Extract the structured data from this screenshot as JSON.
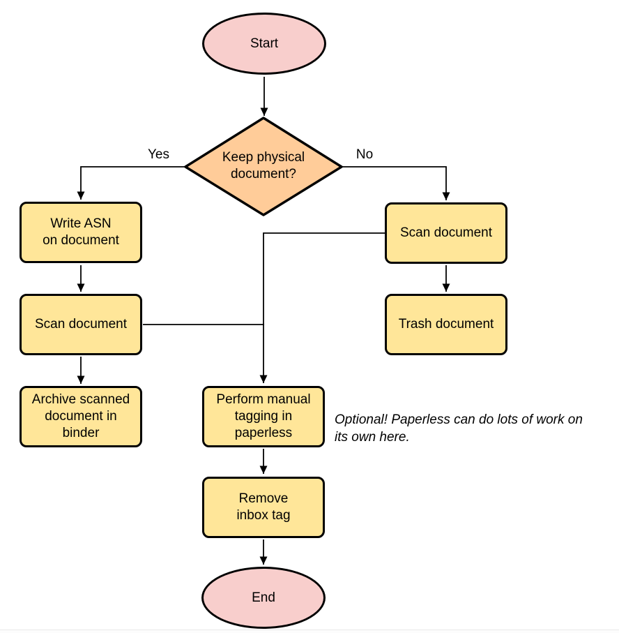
{
  "diagram": {
    "background": "#ffffff",
    "stroke_color": "#000000",
    "colors": {
      "terminator_fill": "#F8CECC",
      "decision_fill": "#FFCC99",
      "process_fill": "#FFE699",
      "border": "#000000"
    },
    "nodes": {
      "start": {
        "label": "Start",
        "shape": "ellipse",
        "fill": "#F8CECC"
      },
      "decision": {
        "label": "Keep physical\ndocument?",
        "shape": "diamond",
        "fill": "#FFCC99"
      },
      "write_asn": {
        "label": "Write ASN\non document",
        "shape": "process",
        "fill": "#FFE699"
      },
      "scan_left": {
        "label": "Scan document",
        "shape": "process",
        "fill": "#FFE699"
      },
      "archive": {
        "label": "Archive scanned\ndocument in\nbinder",
        "shape": "process",
        "fill": "#FFE699"
      },
      "scan_right": {
        "label": "Scan document",
        "shape": "process",
        "fill": "#FFE699"
      },
      "trash": {
        "label": "Trash document",
        "shape": "process",
        "fill": "#FFE699"
      },
      "tagging": {
        "label": "Perform manual\ntagging in\npaperless",
        "shape": "process",
        "fill": "#FFE699"
      },
      "remove_inbox": {
        "label": "Remove\ninbox tag",
        "shape": "process",
        "fill": "#FFE699"
      },
      "end": {
        "label": "End",
        "shape": "ellipse",
        "fill": "#F8CECC"
      }
    },
    "edge_labels": {
      "yes": "Yes",
      "no": "No"
    },
    "note": {
      "text": "Optional! Paperless can do lots of work on\nits own here."
    }
  }
}
